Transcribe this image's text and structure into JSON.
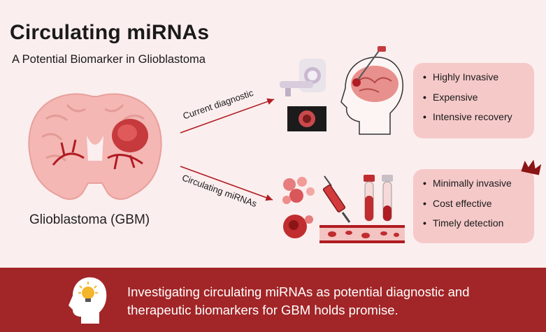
{
  "header": {
    "title": "Circulating miRNAs",
    "subtitle": "A Potential Biomarker in Glioblastoma"
  },
  "brain": {
    "label": "Glioblastoma (GBM)",
    "icon": "brain-tumor-icon"
  },
  "paths": [
    {
      "label": "Current diagnostic",
      "items": [
        "Highly Invasive",
        "Expensive",
        "Intensive recovery"
      ]
    },
    {
      "label": "Circulating miRNAs",
      "items": [
        "Minimally invasive",
        "Cost effective",
        "Timely detection"
      ]
    }
  ],
  "footer": {
    "text": "Investigating circulating miRNAs as potential diagnostic and therapeutic biomarkers for GBM holds promise.",
    "icon": "head-lightbulb-icon"
  },
  "colors": {
    "background": "#fbeeee",
    "accent": "#a22527",
    "box": "#f6c9c9",
    "brain": "#f4b7b4",
    "vessel": "#b01c22"
  }
}
